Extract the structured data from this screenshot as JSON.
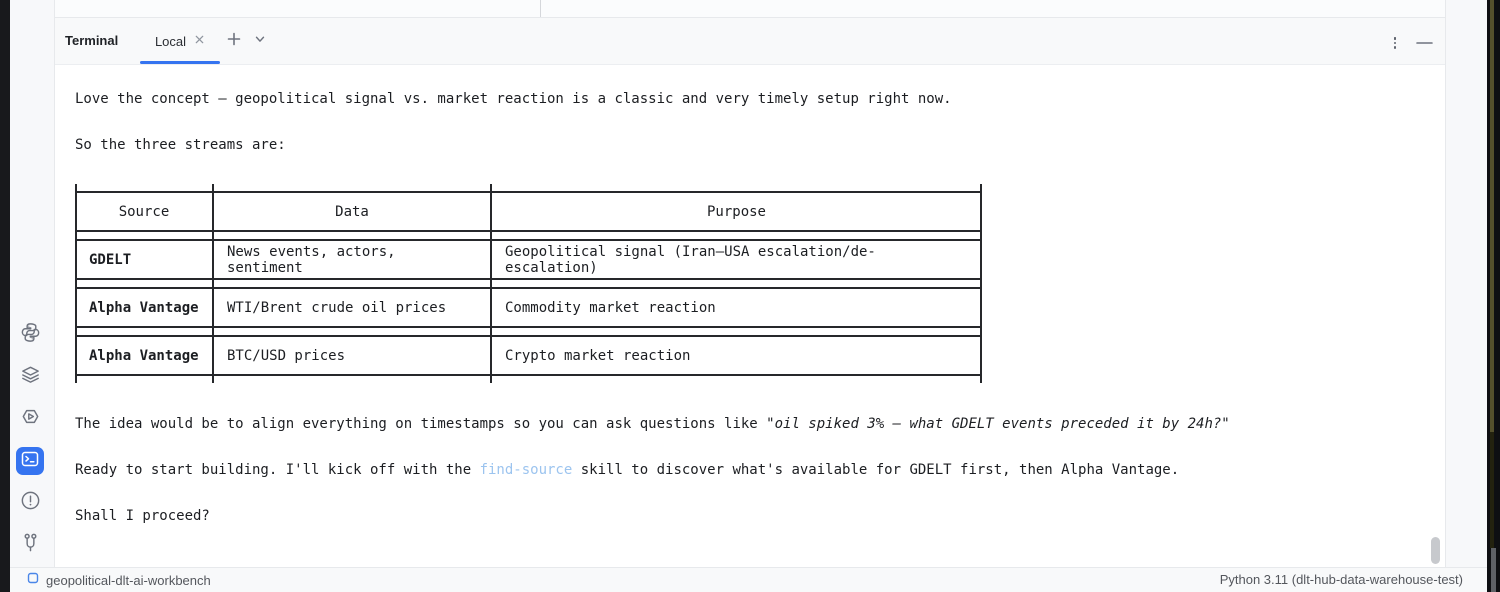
{
  "colors": {
    "accent": "#3574F0",
    "skill_link": "#9cc4ef",
    "terminal_text": "#1c1e22",
    "table_border": "#26282b",
    "icon_gray": "#6e737e"
  },
  "panel": {
    "title": "Terminal",
    "tab_label": "Local"
  },
  "sidebar": {
    "items": [
      {
        "icon": "python-icon",
        "selected": false
      },
      {
        "icon": "layers-icon",
        "selected": false
      },
      {
        "icon": "services-icon",
        "selected": false
      },
      {
        "icon": "terminal-icon",
        "selected": true
      },
      {
        "icon": "problems-icon",
        "selected": false
      },
      {
        "icon": "git-branch-icon",
        "selected": false
      }
    ]
  },
  "terminal_output": {
    "p1": "Love the concept — geopolitical signal vs. market reaction is a classic and very timely setup right now.",
    "p2": "So the three streams are:",
    "table": {
      "headers": [
        "Source",
        "Data",
        "Purpose"
      ],
      "rows": [
        [
          "GDELT",
          "News events, actors, sentiment",
          "Geopolitical signal (Iran–USA escalation/de-escalation)"
        ],
        [
          "Alpha Vantage",
          "WTI/Brent crude oil prices",
          "Commodity market reaction"
        ],
        [
          "Alpha Vantage",
          "BTC/USD prices",
          "Crypto market reaction"
        ]
      ]
    },
    "p3_before": "The idea would be to align everything on timestamps so you can ask questions like ",
    "p3_quote": "\"oil spiked 3% — what GDELT events preceded it by 24h?\"",
    "p4_before": "Ready to start building. I'll kick off with the ",
    "p4_link": "find-source",
    "p4_after": " skill to discover what's available for GDELT first, then Alpha Vantage.",
    "p5": "Shall I proceed?"
  },
  "status_bar": {
    "project": "geopolitical-dlt-ai-workbench",
    "interpreter": "Python 3.11 (dlt-hub-data-warehouse-test)"
  }
}
